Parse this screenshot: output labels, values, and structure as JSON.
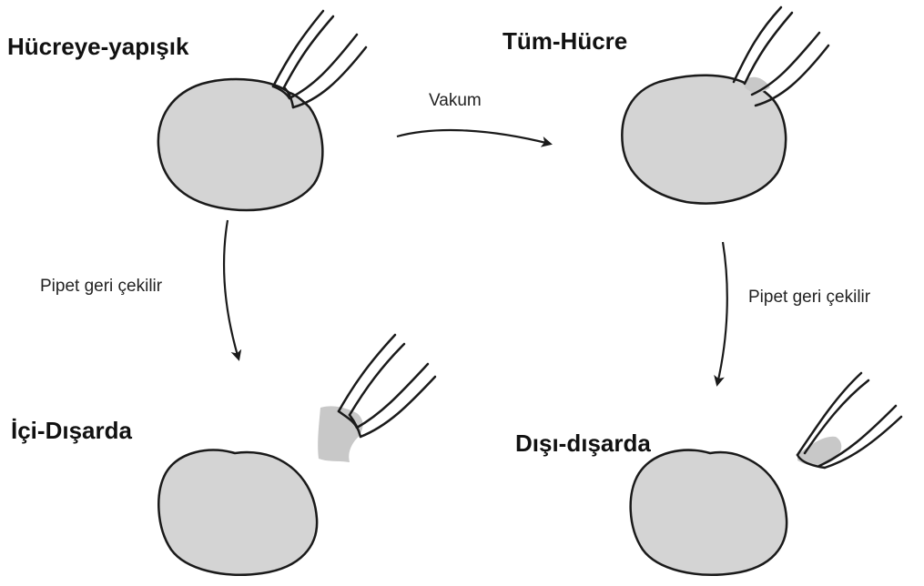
{
  "colors": {
    "cell_fill": "#d4d4d4",
    "membrane_patch": "#c8c8c8",
    "outline": "#1a1a1a",
    "background": "#ffffff"
  },
  "configurations": {
    "cell_attached": "Hücreye-yapışık",
    "whole_cell": "Tüm-Hücre",
    "inside_out": "İçi-Dışarda",
    "outside_out": "Dışı-dışarda"
  },
  "transitions": {
    "vacuum": "Vakum",
    "withdraw_left": "Pipet geri çekilir",
    "withdraw_right": "Pipet geri çekilir"
  },
  "icons": {
    "pipette": "pipette-icon",
    "cell": "cell-icon",
    "arrow": "arrow-icon"
  }
}
